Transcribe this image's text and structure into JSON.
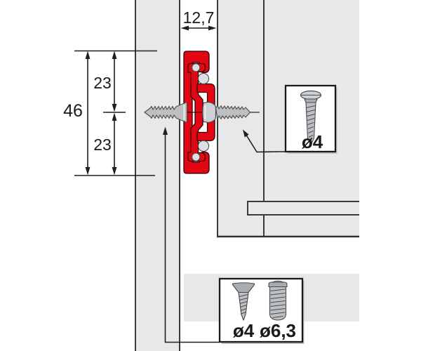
{
  "dimensions": {
    "slide_space_width_mm": "12,7",
    "total_height_mm": "46",
    "upper_half_mm": "23",
    "lower_half_mm": "23"
  },
  "callouts": {
    "cabinet_screw": {
      "diameter": "ø4"
    },
    "drawer_screws": {
      "diameter_small": "ø4",
      "diameter_large": "ø6,3"
    }
  },
  "colors": {
    "slide_red": "#e30613",
    "panel_gray": "#e8e8e8",
    "outline_dark": "#3a3a3a",
    "screw_gray": "#bcc0c4"
  }
}
